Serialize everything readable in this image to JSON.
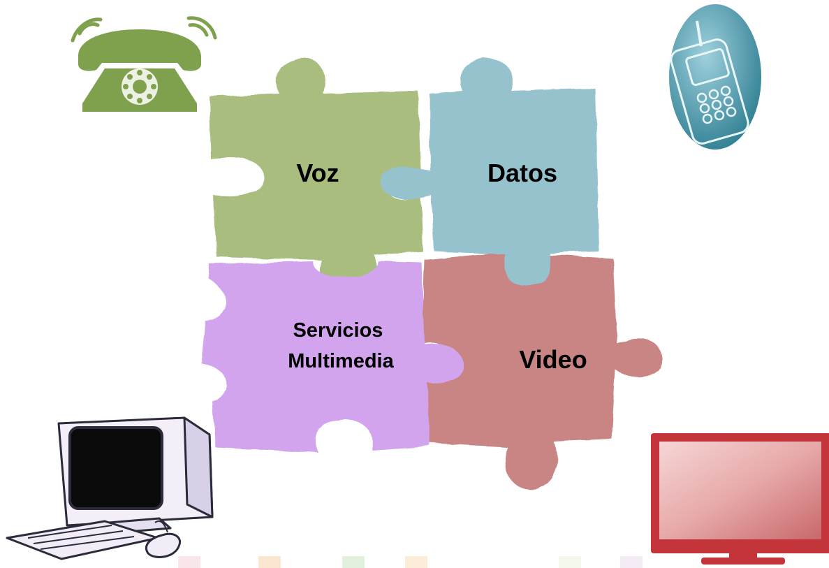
{
  "pieces": [
    {
      "id": "voz",
      "lines": [
        "Voz"
      ],
      "color": "#a9bd7e"
    },
    {
      "id": "datos",
      "lines": [
        "Datos"
      ],
      "color": "#96c2ce"
    },
    {
      "id": "servicios",
      "lines": [
        "Servicios",
        "Multimedia"
      ],
      "color": "#d3a4ee"
    },
    {
      "id": "video",
      "lines": [
        "Video"
      ],
      "color": "#c98583"
    }
  ],
  "icons": [
    {
      "id": "telephone",
      "name": "landline-phone-icon",
      "color": "#7fa14e"
    },
    {
      "id": "mobile",
      "name": "mobile-phone-icon",
      "color": "#4f97a8"
    },
    {
      "id": "computer",
      "name": "desktop-computer-icon",
      "color": "#ffffff"
    },
    {
      "id": "television",
      "name": "television-icon",
      "color": "#c3353a"
    }
  ],
  "footer_colors": [
    "#f2c7d2",
    "#f6c79b",
    "#bfe0b6",
    "#f6d7a8",
    "#e5efd2",
    "#e8d2ea"
  ]
}
